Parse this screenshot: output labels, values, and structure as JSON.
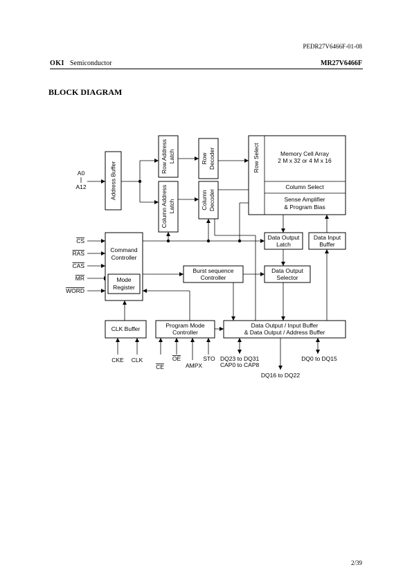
{
  "header": {
    "doc_code": "PEDR27V6466F-01-08",
    "brand_logo": "OKI",
    "brand_text": "Semiconductor",
    "part_number": "MR27V6466F"
  },
  "section_title": "BLOCK DIAGRAM",
  "blocks": {
    "address_buffer": "Address Buffer",
    "row_address_latch": [
      "Row Address",
      "Latch"
    ],
    "row_decoder": [
      "Row",
      "Decoder"
    ],
    "column_address_latch": [
      "Column Address",
      "Latch"
    ],
    "column_decoder": [
      "Column",
      "Decoder"
    ],
    "row_select": "Row Select",
    "memory_cell_array": [
      "Memory Cell Array",
      "2 M x 32 or 4 M x 16"
    ],
    "column_select": "Column Select",
    "sense_amplifier": [
      "Sense Amplifier",
      "& Program Bias"
    ],
    "data_output_latch": [
      "Data Output",
      "Latch"
    ],
    "data_input_buffer": [
      "Data Input",
      "Buffer"
    ],
    "command_controller": [
      "Command",
      "Controller"
    ],
    "mode_register": [
      "Mode",
      "Register"
    ],
    "burst_sequence_controller": [
      "Burst sequence",
      "Controller"
    ],
    "data_output_selector": [
      "Data Output",
      "Selector"
    ],
    "clk_buffer": "CLK Buffer",
    "program_mode_controller": [
      "Program Mode",
      "Controller"
    ],
    "data_io_buffer": [
      "Data Output / Input Buffer",
      "& Data Output / Address Buffer"
    ]
  },
  "signals": {
    "addr_start": "A0",
    "addr_end": "A12",
    "cs": "CS",
    "ras": "RAS",
    "cas": "CAS",
    "mr": "MR",
    "word": "WORD",
    "cke": "CKE",
    "clk": "CLK",
    "ce": "CE",
    "oe": "OE",
    "ampx": "AMPX",
    "sto": "STO",
    "dq_high": "DQ23 to DQ31",
    "cap": "CAP0 to CAP8",
    "dq_mid": "DQ16 to DQ22",
    "dq_low": "DQ0 to DQ15"
  },
  "footer": {
    "page_number": "2/39"
  }
}
